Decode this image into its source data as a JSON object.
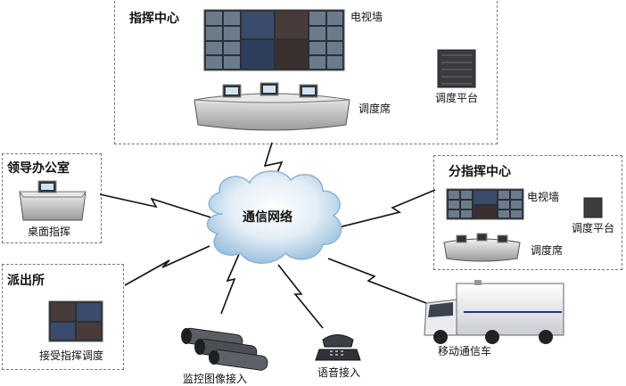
{
  "network": {
    "label": "通信网络"
  },
  "command_center": {
    "title": "指挥中心",
    "video_wall_label": "电视墙",
    "dispatch_platform_label": "调度平台",
    "dispatch_desk_label": "调度席"
  },
  "leader_office": {
    "title": "领导办公室",
    "desk_label": "桌面指挥"
  },
  "sub_command_center": {
    "title": "分指挥中心",
    "video_wall_label": "电视墙",
    "dispatch_platform_label": "调度平台",
    "dispatch_desk_label": "调度席"
  },
  "police_station": {
    "title": "派出所",
    "receive_label": "接受指挥调度"
  },
  "surveillance": {
    "label": "监控图像接入"
  },
  "voice": {
    "label": "语音接入"
  },
  "mobile_vehicle": {
    "label": "移动通信车"
  }
}
